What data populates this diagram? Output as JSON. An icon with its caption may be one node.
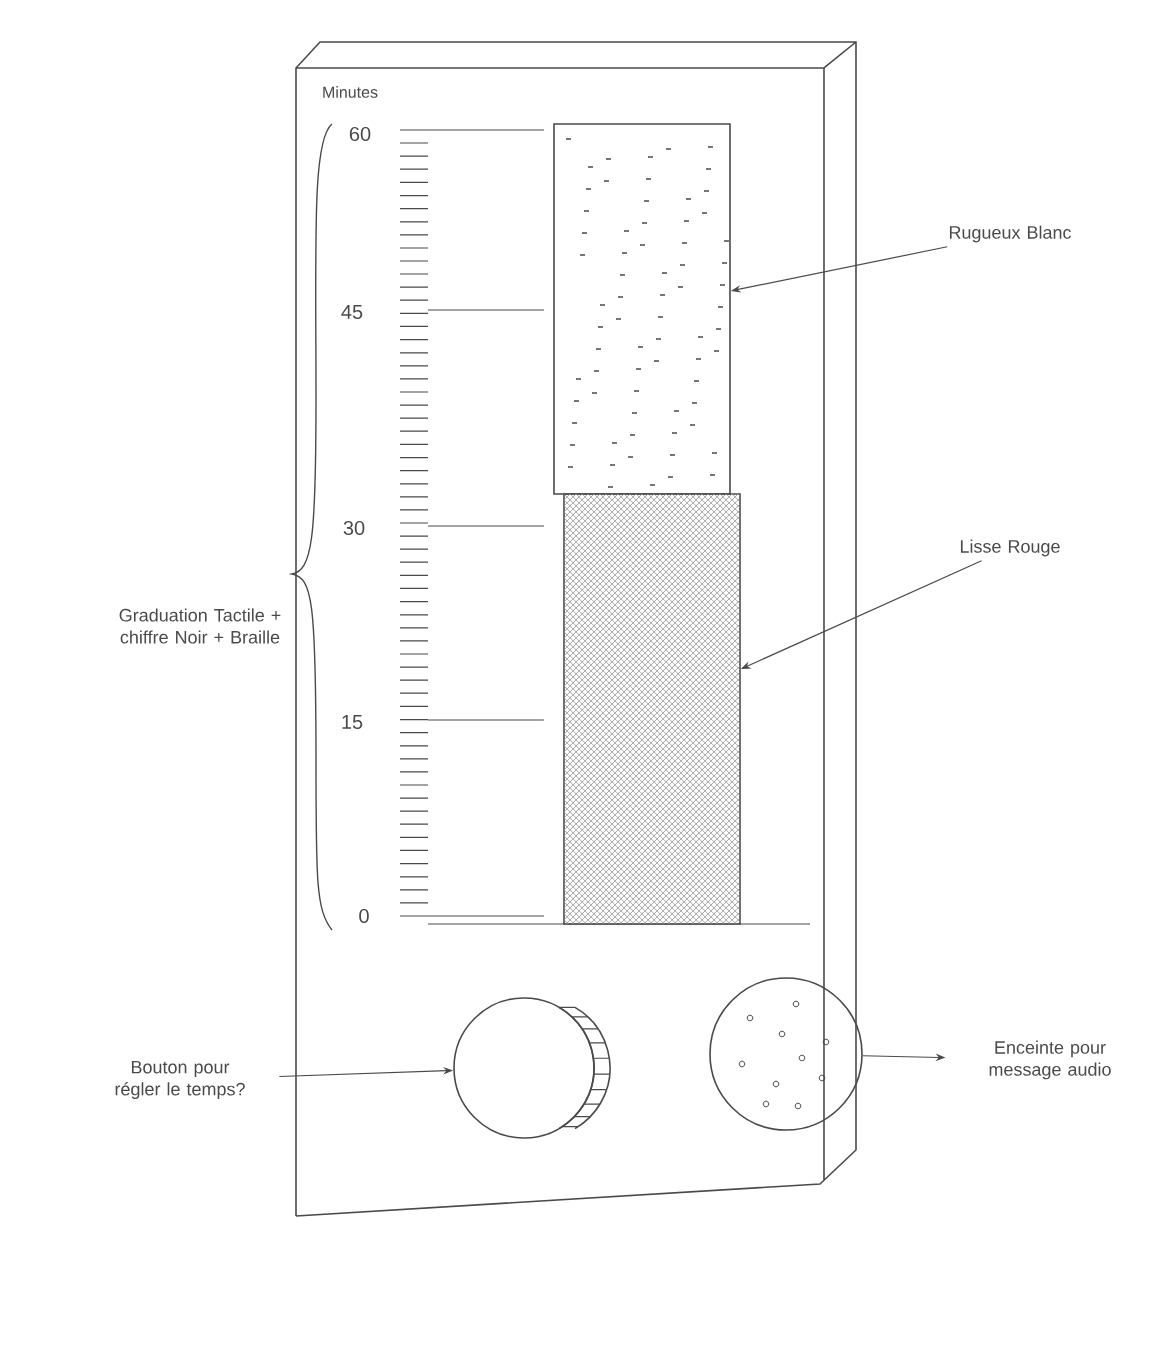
{
  "diagram": {
    "nodes": [
      {
        "text": [
          "Rugueux Blanc"
        ]
      },
      {
        "text": [],
        "shape": "box"
      },
      {
        "text": [
          "Lisse Rouge"
        ]
      },
      {
        "text": [],
        "shape": "box"
      },
      {
        "text": [
          "Bouton pour régler le temps?"
        ]
      },
      {
        "text": [],
        "shape": "circle"
      },
      {
        "text": [],
        "shape": "circle"
      },
      {
        "text": [
          "Enceinte pour message audio"
        ]
      }
    ],
    "edges": [
      {
        "from": 0,
        "to": 1,
        "arrow": "to"
      },
      {
        "from": 2,
        "to": 3,
        "arrow": "to"
      },
      {
        "from": 4,
        "to": 5,
        "arrow": "to"
      },
      {
        "from": 6,
        "to": 7,
        "arrow": "to"
      }
    ],
    "labels": [
      "Minutes",
      "60",
      "45",
      "30",
      "15",
      "0",
      "Graduation Tactile + chiffre Noir + Braille"
    ]
  }
}
